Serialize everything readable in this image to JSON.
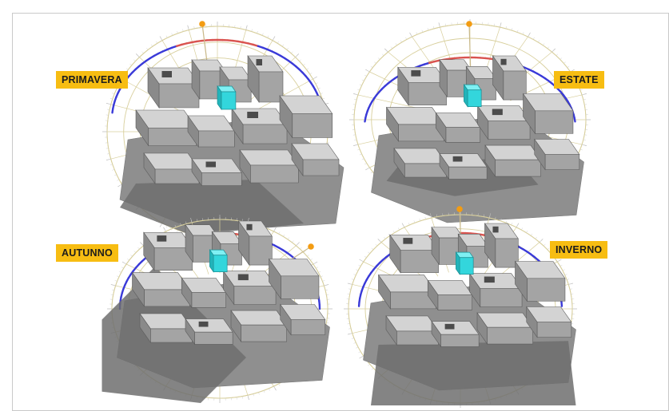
{
  "panels": [
    {
      "id": "primavera",
      "label": "PRIMAVERA"
    },
    {
      "id": "estate",
      "label": "ESTATE"
    },
    {
      "id": "autunno",
      "label": "AUTUNNO"
    },
    {
      "id": "inverno",
      "label": "INVERNO"
    }
  ],
  "colors": {
    "label_bg": "#f7bd12",
    "sun": "#f39c12",
    "sun_path_top": "#d9534f",
    "sun_path_bottom": "#3a3ad8",
    "target_building": "#33d6dc",
    "buildings": "#a4a4a4",
    "shadow": "#6e6e6e",
    "dome_lines": "#d8cf9c"
  }
}
